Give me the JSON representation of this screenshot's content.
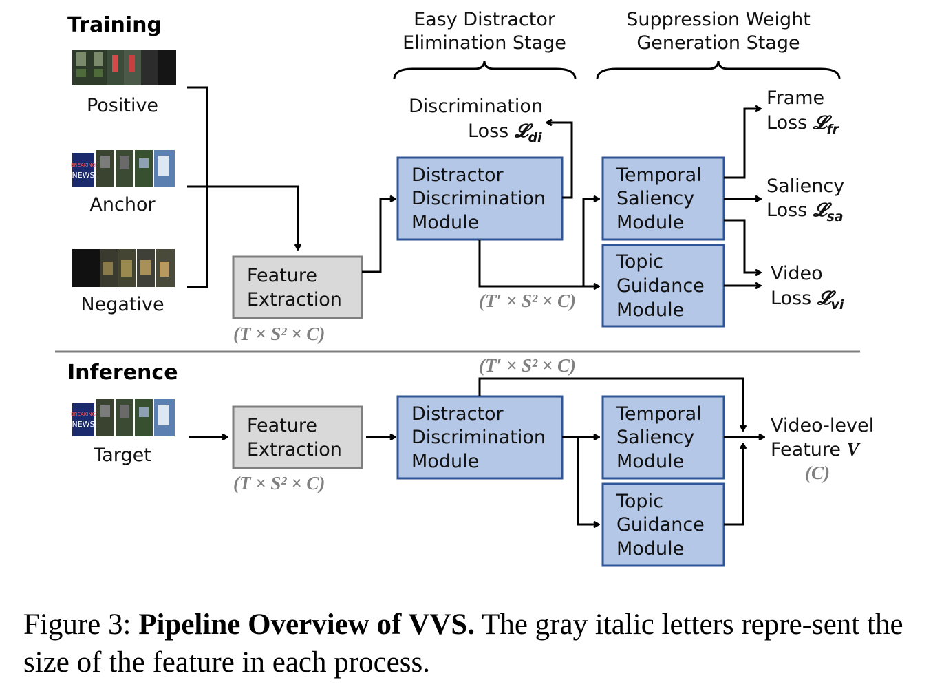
{
  "sections": {
    "training": "Training",
    "inference": "Inference"
  },
  "stages": {
    "easy_line1": "Easy Distractor",
    "easy_line2": "Elimination Stage",
    "supp_line1": "Suppression Weight",
    "supp_line2": "Generation Stage"
  },
  "videos": {
    "positive": "Positive",
    "anchor": "Anchor",
    "negative": "Negative",
    "target": "Target",
    "news_badge_top": "BREAKING",
    "news_badge_bottom": "NEWS"
  },
  "modules": {
    "feature_line1": "Feature",
    "feature_line2": "Extraction",
    "ddm_line1": "Distractor",
    "ddm_line2": "Discrimination",
    "ddm_line3": "Module",
    "tsm_line1": "Temporal",
    "tsm_line2": "Saliency",
    "tsm_line3": "Module",
    "tgm_line1": "Topic",
    "tgm_line2": "Guidance",
    "tgm_line3": "Module"
  },
  "losses": {
    "disc_line1": "Discrimination",
    "disc_line2": "Loss ",
    "disc_sym": "𝓛",
    "disc_sub": "di",
    "frame_line1": "Frame",
    "frame_line2": "Loss ",
    "frame_sym": "𝓛",
    "frame_sub": "fr",
    "sal_line1": "Saliency",
    "sal_line2": "Loss ",
    "sal_sym": "𝓛",
    "sal_sub": "sa",
    "video_line1": "Video",
    "video_line2": "Loss ",
    "video_sym": "𝓛",
    "video_sub": "vi"
  },
  "dims": {
    "feature": "(T × S² × C)",
    "reduced": "(T′ × S² × C)",
    "output": "(C)"
  },
  "output": {
    "line1": "Video-level",
    "line2": "Feature ",
    "symbol": "V"
  },
  "caption": {
    "prefix": "Figure 3: ",
    "bold": "Pipeline Overview of VVS.",
    "rest": " The gray italic letters repre-sent the size of the feature in each process."
  }
}
